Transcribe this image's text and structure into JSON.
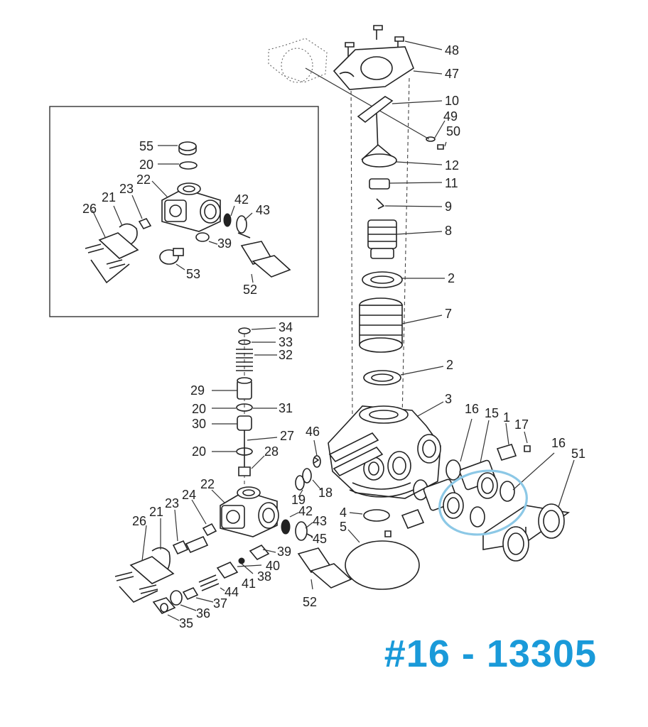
{
  "caption": {
    "text": "#16 - 13305",
    "color": "#1a9ad9"
  },
  "highlight_color": "#8cc8e6",
  "labels": {
    "l48": "48",
    "l47": "47",
    "l10": "10",
    "l49": "49",
    "l50": "50",
    "l12": "12",
    "l11": "11",
    "l9": "9",
    "l8": "8",
    "l2a": "2",
    "l7": "7",
    "l2b": "2",
    "l3": "3",
    "l16a": "16",
    "l15": "15",
    "l1": "1",
    "l17": "17",
    "l16b": "16",
    "l51": "51",
    "l34": "34",
    "l33": "33",
    "l32": "32",
    "l29": "29",
    "l20a": "20",
    "l31": "31",
    "l30": "30",
    "l27": "27",
    "l20b": "20",
    "l28": "28",
    "l46": "46",
    "l18": "18",
    "l19": "19",
    "l22": "22",
    "l24": "24",
    "l23": "23",
    "l21": "21",
    "l26": "26",
    "l42": "42",
    "l43": "43",
    "l45": "45",
    "l39": "39",
    "l40": "40",
    "l38": "38",
    "l41": "41",
    "l44": "44",
    "l37": "37",
    "l36": "36",
    "l35": "35",
    "l4": "4",
    "l5": "5",
    "l52": "52",
    "i55": "55",
    "i20": "20",
    "i22": "22",
    "i23": "23",
    "i21": "21",
    "i26": "26",
    "i42": "42",
    "i43": "43",
    "i39": "39",
    "i53": "53",
    "i52": "52"
  }
}
